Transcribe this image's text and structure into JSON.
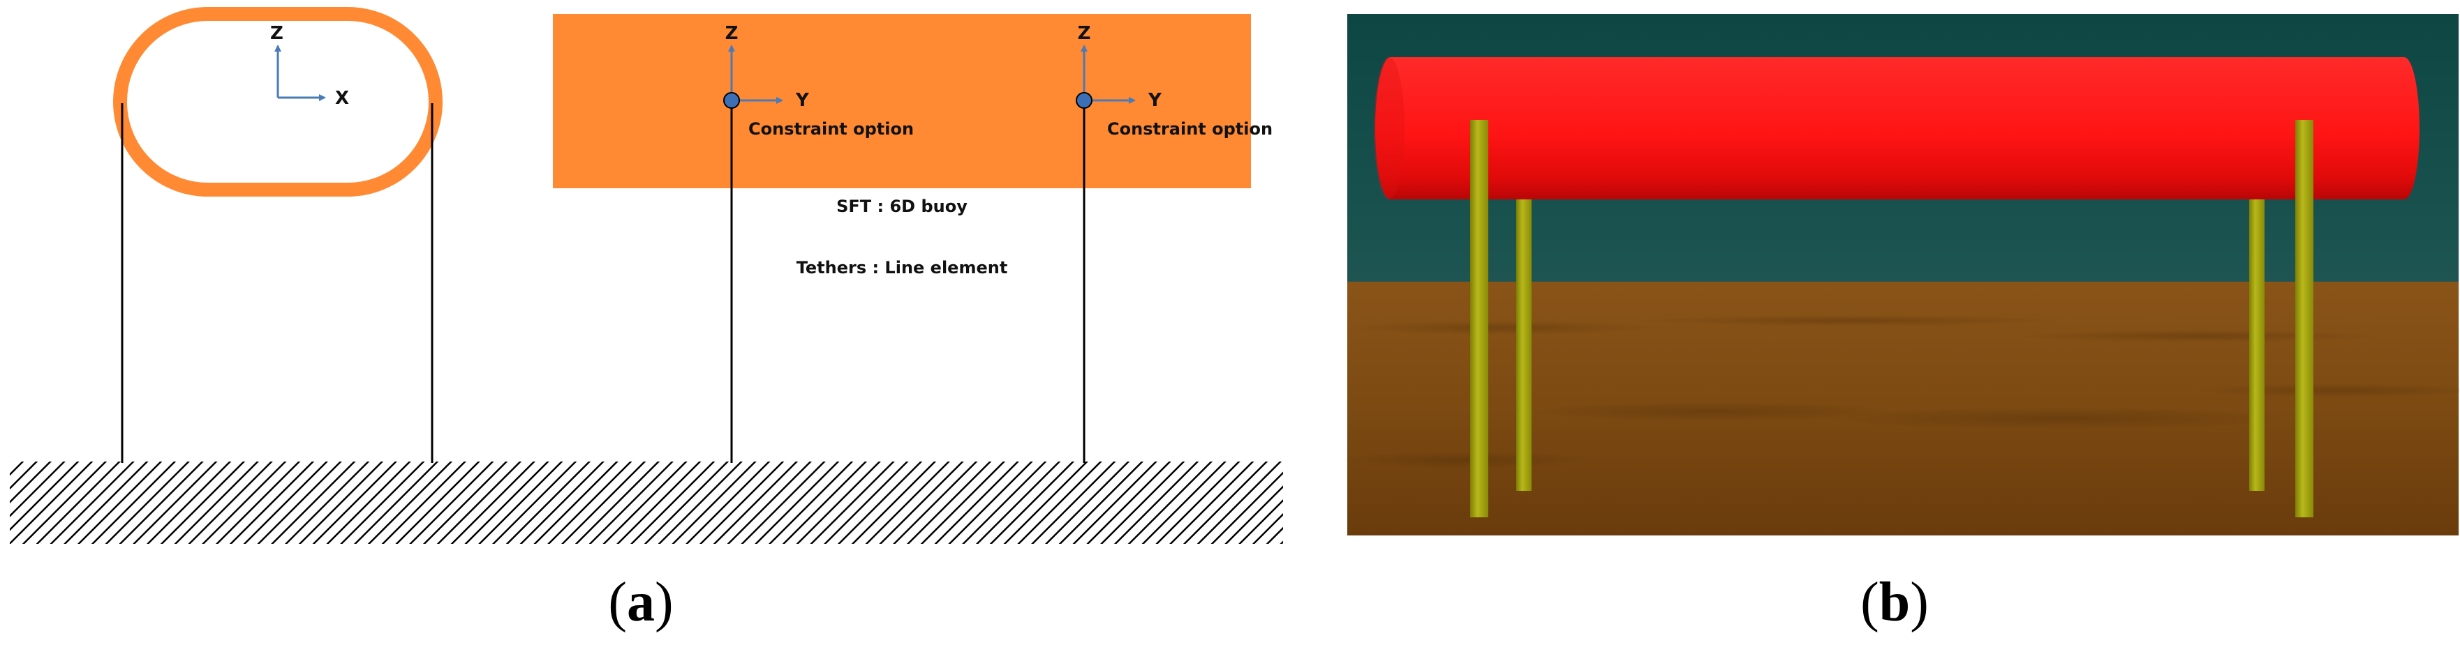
{
  "panel_a": {
    "label_open": "(",
    "label_letter": "a",
    "label_close": ")",
    "cross_section": {
      "axis_vertical": "Z",
      "axis_horizontal": "X"
    },
    "side_view": {
      "constraint_1": {
        "axis_vertical": "Z",
        "axis_horizontal": "Y",
        "label": "Constraint option"
      },
      "constraint_2": {
        "axis_vertical": "Z",
        "axis_horizontal": "Y",
        "label": "Constraint option"
      }
    },
    "note_sft": "SFT : 6D buoy",
    "note_tethers": "Tethers : Line element",
    "colors": {
      "tunnel": "#FF8A33",
      "axis": "#4A7BB7",
      "node": "#3D6FB6"
    }
  },
  "panel_b": {
    "label_open": "(",
    "label_letter": "b",
    "label_close": ")",
    "colors": {
      "water": "#0F4A47",
      "seabed": "#7A4A12",
      "tunnel": "#FF1A1A",
      "tether": "#A8A812"
    }
  }
}
